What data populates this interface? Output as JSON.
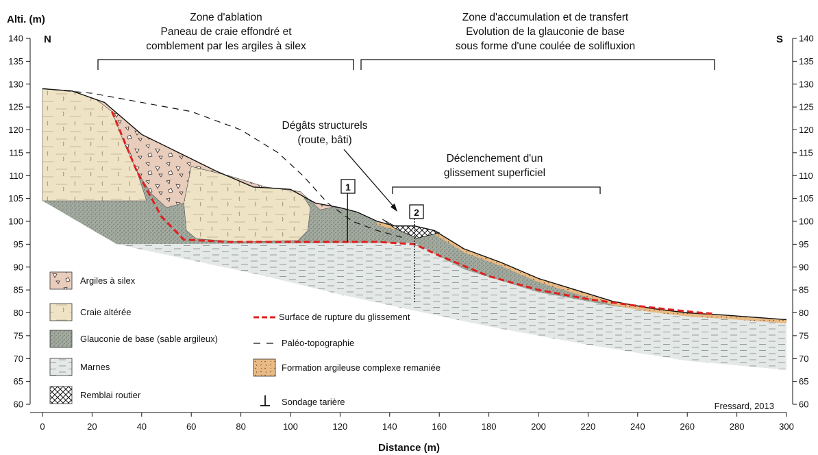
{
  "axes": {
    "y_title": "Alti. (m)",
    "x_title": "Distance (m)",
    "north": "N",
    "south": "S",
    "x_range": [
      0,
      300
    ],
    "y_range": [
      60,
      140
    ],
    "x_ticks": [
      "0",
      "20",
      "40",
      "60",
      "80",
      "100",
      "120",
      "140",
      "160",
      "180",
      "200",
      "220",
      "240",
      "260",
      "280",
      "300"
    ],
    "y_ticks": [
      "60",
      "65",
      "70",
      "75",
      "80",
      "85",
      "90",
      "95",
      "100",
      "105",
      "110",
      "115",
      "120",
      "125",
      "130",
      "135",
      "140"
    ]
  },
  "zones": {
    "ablation": [
      "Zone d'ablation",
      "Paneau de craie effondré et",
      "comblement par les argiles à silex"
    ],
    "accumulation": [
      "Zone d'accumulation et de transfert",
      "Evolution de la glauconie de base",
      "sous forme d'une coulée de solifluxion"
    ]
  },
  "annotations": {
    "damage": [
      "Dégâts structurels",
      "(route, bâti)"
    ],
    "trigger": [
      "Déclenchement d'un",
      "glissement superficiel"
    ],
    "borehole_1": "1",
    "borehole_2": "2",
    "credit": "Fressard, 2013"
  },
  "legend_left": [
    {
      "key": "argiles",
      "label": "Argiles à silex"
    },
    {
      "key": "craie",
      "label": "Craie altérée"
    },
    {
      "key": "glauconie",
      "label": "Glauconie de base (sable argileux)"
    },
    {
      "key": "marnes",
      "label": "Marnes"
    },
    {
      "key": "remblai",
      "label": "Remblai routier"
    }
  ],
  "legend_right": [
    {
      "key": "rupture",
      "label": "Surface de rupture du glissement"
    },
    {
      "key": "paleo",
      "label": "Paléo-topographie"
    },
    {
      "key": "formation",
      "label": "Formation argileuse complexe remaniée"
    },
    {
      "key": "sondage",
      "label": "Sondage tarière"
    }
  ],
  "colors": {
    "argiles": "#e8cdbd",
    "craie": "#efe3c6",
    "glauconie": "#9ea59b",
    "marnes": "#e3e7e6",
    "formation": "#e7b77f",
    "rupture": "#e0201f"
  },
  "chart_data": {
    "type": "geological cross-section",
    "x_unit": "m",
    "y_unit": "m",
    "surface_profile": [
      [
        0,
        129
      ],
      [
        12,
        128.5
      ],
      [
        25,
        126
      ],
      [
        40,
        119
      ],
      [
        55,
        115
      ],
      [
        70,
        111
      ],
      [
        85,
        107.5
      ],
      [
        100,
        107
      ],
      [
        110,
        104
      ],
      [
        120,
        103
      ],
      [
        127,
        102
      ],
      [
        135,
        100
      ],
      [
        142,
        99
      ],
      [
        150,
        99
      ],
      [
        158,
        98
      ],
      [
        170,
        94
      ],
      [
        185,
        91
      ],
      [
        200,
        87.5
      ],
      [
        215,
        85
      ],
      [
        230,
        82.5
      ],
      [
        245,
        81
      ],
      [
        260,
        80
      ],
      [
        275,
        79.5
      ],
      [
        300,
        78.5
      ]
    ],
    "rupture_surface": [
      [
        28,
        124
      ],
      [
        38,
        111
      ],
      [
        48,
        101
      ],
      [
        57,
        96
      ],
      [
        75,
        95.5
      ],
      [
        100,
        95.5
      ],
      [
        120,
        95.5
      ],
      [
        135,
        95.5
      ],
      [
        150,
        95
      ],
      [
        160,
        92.5
      ],
      [
        180,
        88
      ],
      [
        200,
        85
      ],
      [
        220,
        83
      ],
      [
        240,
        81.5
      ],
      [
        260,
        80.3
      ],
      [
        270,
        79.8
      ]
    ],
    "paleo_topography": [
      [
        0,
        129
      ],
      [
        20,
        128
      ],
      [
        40,
        126
      ],
      [
        60,
        124
      ],
      [
        80,
        120
      ],
      [
        95,
        115
      ],
      [
        105,
        110
      ],
      [
        115,
        104
      ],
      [
        125,
        100
      ],
      [
        135,
        98
      ],
      [
        145,
        96.5
      ]
    ],
    "boreholes": [
      {
        "id": "1",
        "x": 123,
        "bottom": 95.5
      },
      {
        "id": "2",
        "x": 150,
        "bottom": 82
      }
    ]
  }
}
